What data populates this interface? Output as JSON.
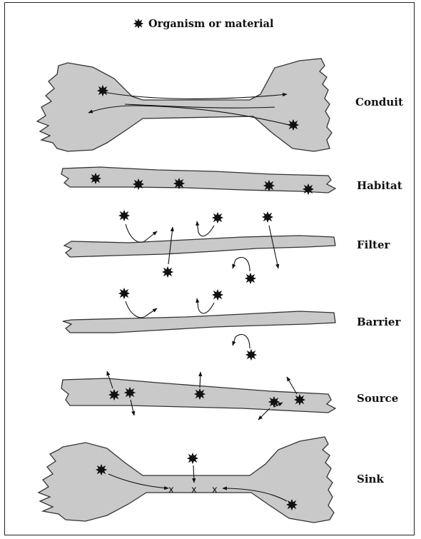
{
  "legend": {
    "icon": "star-burst-icon",
    "label": "Organism or material"
  },
  "rows": [
    {
      "key": "conduit",
      "label": "Conduit"
    },
    {
      "key": "habitat",
      "label": "Habitat"
    },
    {
      "key": "filter",
      "label": "Filter"
    },
    {
      "key": "barrier",
      "label": "Barrier"
    },
    {
      "key": "source",
      "label": "Source"
    },
    {
      "key": "sink",
      "label": "Sink"
    }
  ],
  "colors": {
    "band": "#c9c9c9",
    "outline": "#333333",
    "ink": "#111111"
  }
}
